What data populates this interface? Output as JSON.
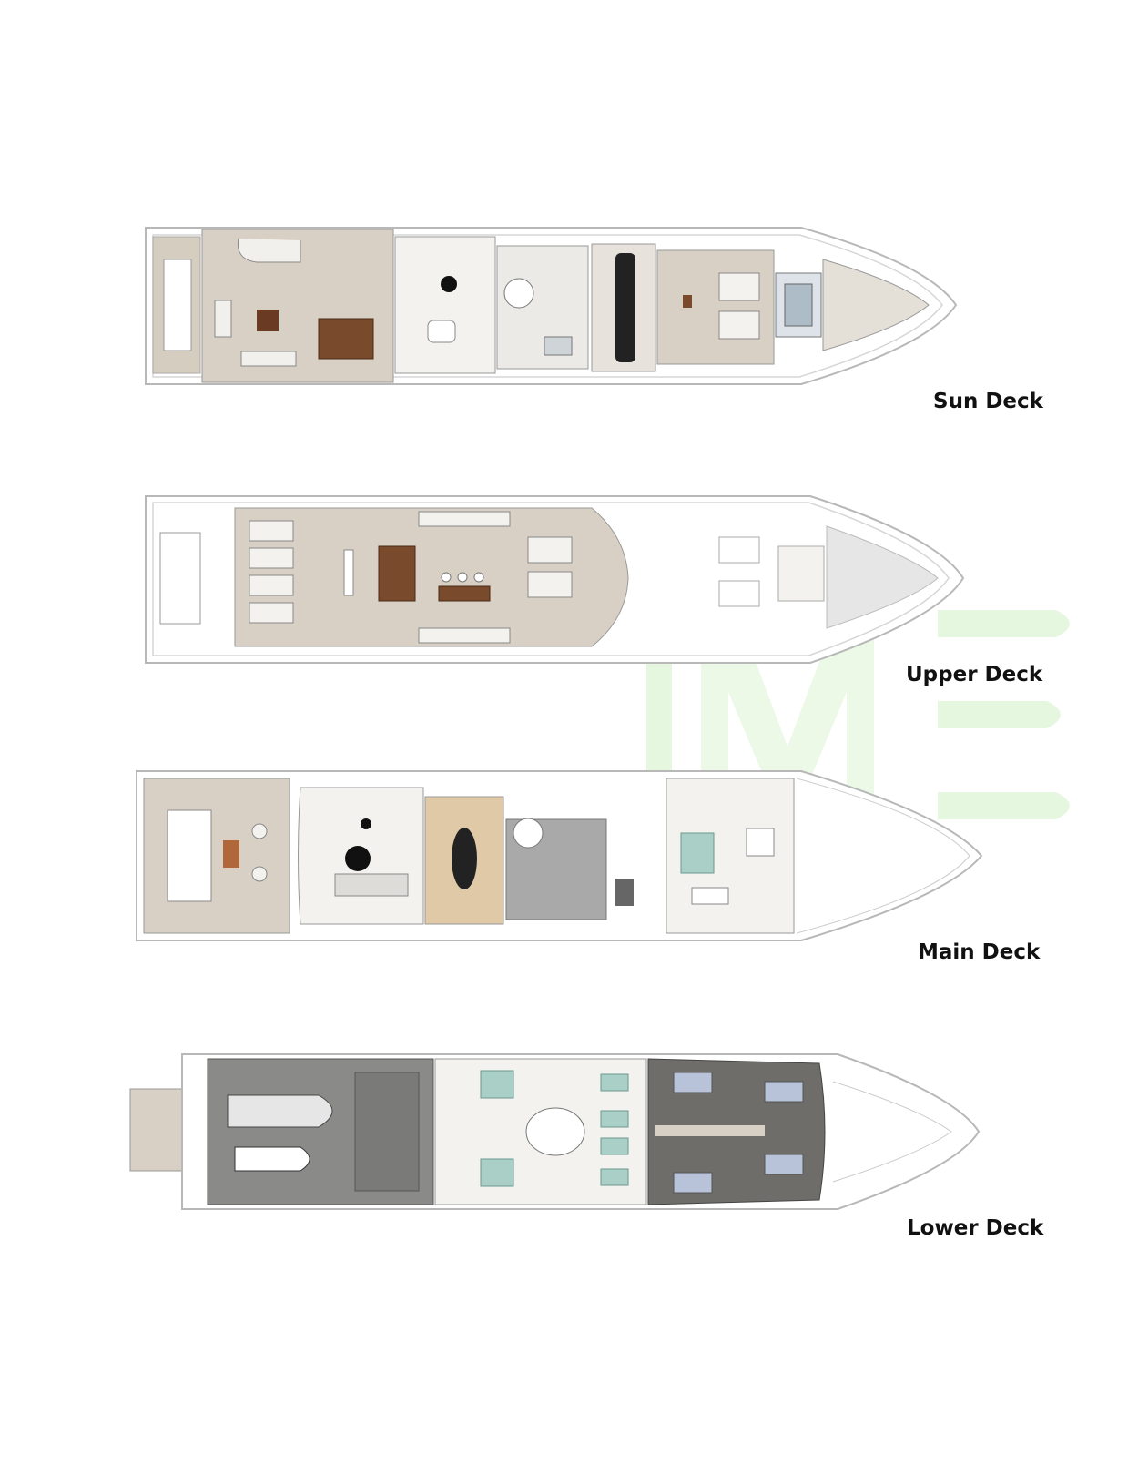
{
  "decks": [
    {
      "id": "sun",
      "label": "Sun Deck"
    },
    {
      "id": "upper",
      "label": "Upper Deck"
    },
    {
      "id": "main",
      "label": "Main Deck"
    },
    {
      "id": "lower",
      "label": "Lower Deck"
    }
  ],
  "colors": {
    "hull_outline": "#b8b8b8",
    "teak_deck": "#d8d0c4",
    "light_floor": "#f1efea",
    "engine_room": "#8a8a88",
    "galley_tile": "#a9a9a9",
    "wood_furniture": "#7a4a2c",
    "berth_teal": "#a9cfc6",
    "watermark_green": "#9fdc8a"
  }
}
